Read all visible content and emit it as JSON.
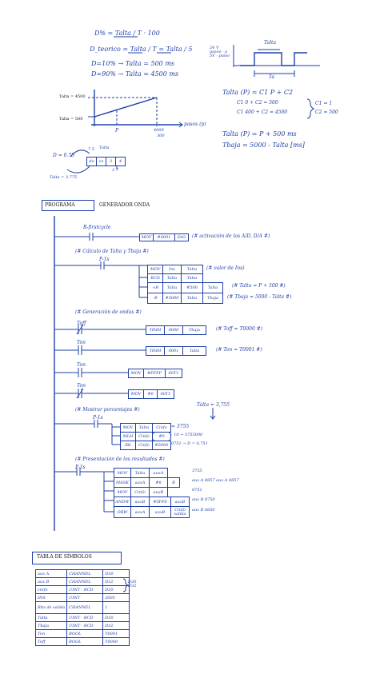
{
  "formulas": {
    "duty_def": "D% = Talta / T · 100",
    "duty_ratio": "D_teorico = Talta / T = Talta / 5",
    "d10": "D=10% → Talta = 500 ms",
    "d90": "D=90% → Talta = 4500 ms",
    "talta_eq": "Talta (P) = C1 P + C2",
    "sys1": "C1 0 + C2 = 500",
    "sys2": "C1 400 + C2 = 4500",
    "c1": "C1 = 1",
    "c2": "C2 = 500",
    "talta_res": "Talta (P) = P + 500 ms",
    "tbaja_res": "Tbaja = 5000 - Talta [ms]"
  },
  "wave": {
    "label_high": "Talta",
    "label_period": "5s",
    "left_labels": "24 V pasos · a 5V · pulso"
  },
  "graph": {
    "y_top": "Talta = 4500",
    "y_bottom": "Talta = 500",
    "x_label": "pasos (p)",
    "x_tick_p": "P",
    "x_tick_4000": "4000",
    "x_tick_sub": "300"
  },
  "bcd": {
    "d_label": "D = 0.75",
    "digits": [
      "do",
      "co",
      "3",
      "4"
    ],
    "top_nums": "7 5",
    "bottom_nums": "3 7",
    "talta_label": "Talta = 3.775",
    "over_label": "Talta"
  },
  "program": {
    "title": "PROGRAMA",
    "subtitle": "GENERADOR ONDA",
    "r_first": "R-firstcycle",
    "mov1": [
      "MOV",
      "#0001",
      "Dd2"
    ],
    "mov1_comment": "(# activación de los A/D, D/A #)",
    "calc_comment": "(# Cálculo de Talta y Tbaja #)",
    "p1s": "P-1s",
    "calc_rows": [
      [
        "MOV",
        "Ins",
        "Talta"
      ],
      [
        "BCD",
        "Talta",
        "Talta"
      ],
      [
        "+B",
        "Talta",
        "#500",
        "Talta"
      ],
      [
        "-B",
        "#5000",
        "Talta",
        "Tbaja"
      ]
    ],
    "calc_c1": "(# valor de Ins)",
    "calc_c2": "(# Talta = P + 500 #)",
    "calc_c3": "(# Tbaja = 5000 - Talta #)",
    "gen_comment": "(# Generación de ondas #)",
    "toff": "Toff",
    "ton": "Ton",
    "tim1": [
      "TIMH",
      "0000",
      "Tbaja"
    ],
    "tim1_comment": "(# Toff = T0000 #)",
    "tim2": [
      "TIMH",
      "0001",
      "Talta"
    ],
    "tim2_comment": "(# Ton = T0001 #)",
    "mov_ff": [
      "MOV",
      "#FFFF",
      "00T1"
    ],
    "mov_0": [
      "MOV",
      "#0",
      "00T1"
    ],
    "mostrar_comment": "(# Mostrar porcentajes #)",
    "mostrar_calc": "Talta = 3,755",
    "mostrar_rows": [
      [
        "MOV",
        "Talta",
        "Cinfo"
      ],
      [
        "MLH",
        "Cinfo",
        "#0"
      ],
      [
        "/BL",
        "Cinfo",
        "#5000"
      ]
    ],
    "mostrar_side": [
      "= 3755",
      "· 10 → 3755000",
      "0751 → D = 0,751"
    ],
    "pres_comment": "(# Presentación de los resultados #)",
    "pres_rows": [
      [
        "MOV",
        "Talta",
        "auxA"
      ],
      [
        "MASK",
        "auxA",
        "#8",
        "B"
      ],
      [
        "MOV",
        "Cinfo",
        "auxB"
      ],
      [
        "ANDW",
        "auxB",
        "#0FF0",
        "auxB"
      ],
      [
        "ORW",
        "auxA",
        "auxB",
        "Cinfo salida"
      ]
    ],
    "pres_side": [
      "3755",
      "aux A 8857  aux A 8857",
      "0751",
      "aux B 8750",
      "aux B 8850"
    ]
  },
  "symbol_table": {
    "title": "TABLA DE SÍMBOLOS",
    "rows": [
      [
        "aux A",
        "CHANNEL",
        "D30"
      ],
      [
        "aux B",
        "CHANNEL",
        "D32"
      ],
      [
        "cinfo",
        "UINT - BCD",
        "D20"
      ],
      [
        "INS",
        "UINT",
        "2005"
      ],
      [
        "Bits de salida",
        "CHANNEL",
        "1"
      ],
      [
        "Talta",
        "UINT - BCD",
        "D30"
      ],
      [
        "Tbaja",
        "UINT - BCD",
        "D32"
      ],
      [
        "Ton",
        "BOOL",
        "T0001"
      ],
      [
        "Toff",
        "BOOL",
        "T0000"
      ]
    ],
    "side_note": "D30 D32"
  }
}
